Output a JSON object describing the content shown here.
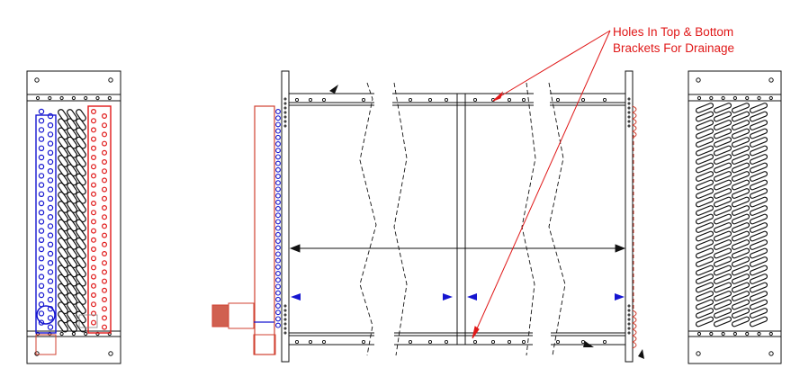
{
  "annotation": {
    "line1": "Holes In Top & Bottom",
    "line2": "Brackets For Drainage",
    "color": "#e01818"
  },
  "views": [
    "end-view-left",
    "side-view",
    "end-view-right"
  ],
  "colors": {
    "line": "#111111",
    "supply_circuit": "#1515d0",
    "return_circuit": "#e01818",
    "header": "#d04030",
    "arrow": "#1515d0"
  }
}
